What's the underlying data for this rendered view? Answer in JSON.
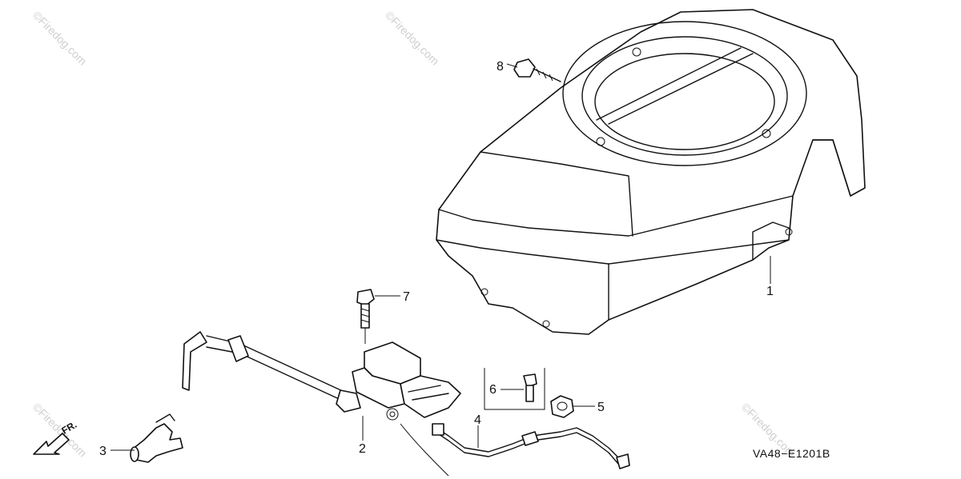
{
  "diagram": {
    "code": "VA48−E1201B",
    "front_label": "FR.",
    "watermark": "©Firedog.com",
    "callouts": [
      {
        "id": "1",
        "label": "1"
      },
      {
        "id": "2",
        "label": "2"
      },
      {
        "id": "3",
        "label": "3"
      },
      {
        "id": "4",
        "label": "4"
      },
      {
        "id": "5",
        "label": "5"
      },
      {
        "id": "6",
        "label": "6"
      },
      {
        "id": "7",
        "label": "7"
      },
      {
        "id": "8",
        "label": "8"
      }
    ]
  }
}
